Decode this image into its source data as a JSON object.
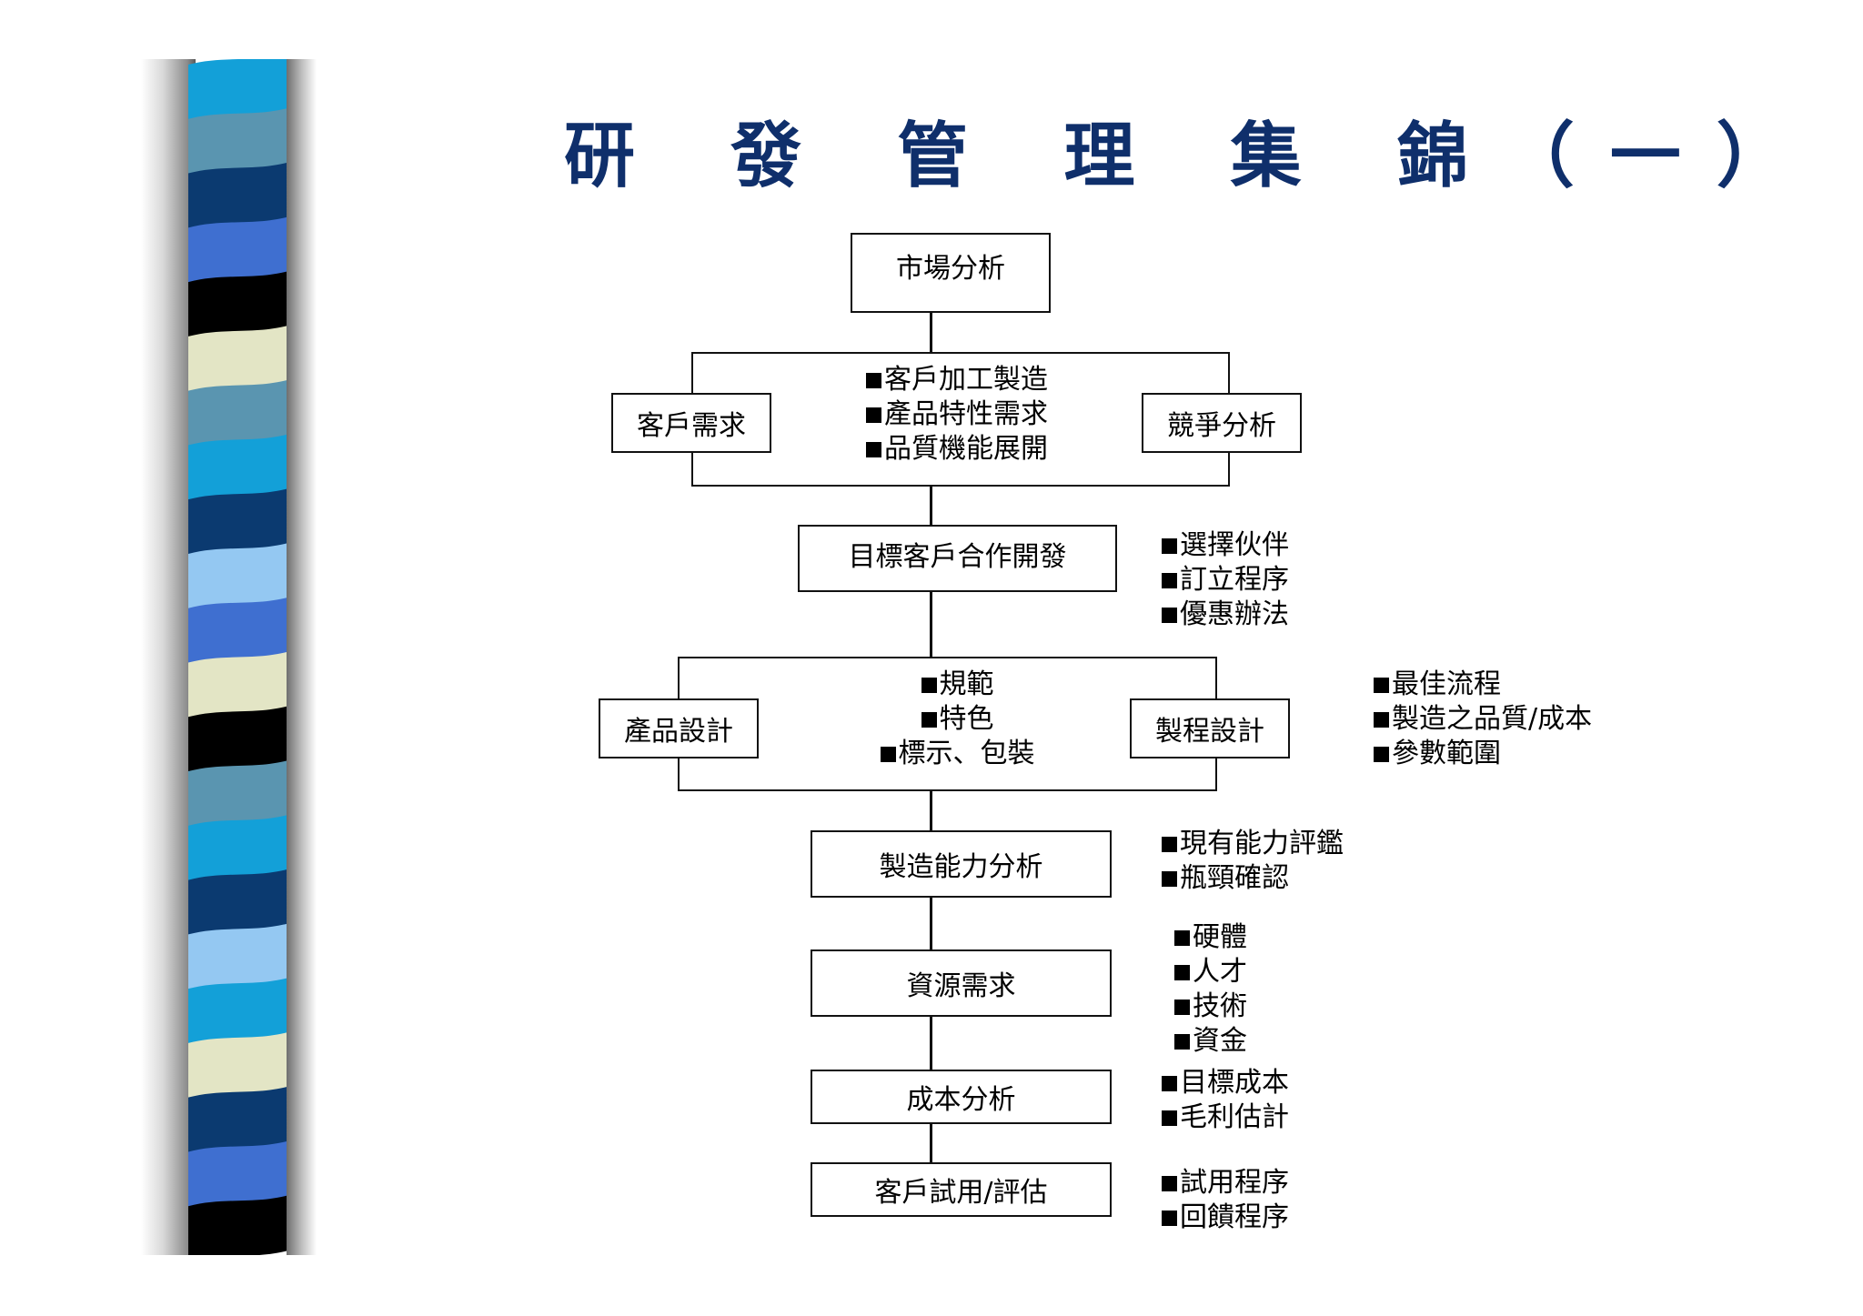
{
  "title": "研 發 管 理 集 錦（一）",
  "colors": {
    "title": "#0f2f6b",
    "stripes": [
      "#13a0d8",
      "#5a95b0",
      "#0b3a70",
      "#3f6fd0",
      "#000000",
      "#e3e5c5",
      "#5a95b0",
      "#13a0d8",
      "#0b3a70",
      "#94c8f2",
      "#3f6fd0",
      "#e3e5c5",
      "#000000",
      "#5a95b0",
      "#13a0d8",
      "#0b3a70",
      "#94c8f2",
      "#13a0d8",
      "#e3e5c5",
      "#0b3a70",
      "#3f6fd0",
      "#000000"
    ]
  },
  "flow": {
    "market": "市場分析",
    "customer_needs": "客戶需求",
    "competition": "競爭分析",
    "stage1_items": [
      "客戶加工製造",
      "產品特性需求",
      "品質機能展開"
    ],
    "target_coop": "目標客戶合作開發",
    "target_coop_notes": [
      "選擇伙伴",
      "訂立程序",
      "優惠辦法"
    ],
    "product_design": "產品設計",
    "process_design": "製程設計",
    "design_items": [
      "規範",
      "特色",
      "標示、包裝"
    ],
    "process_notes": [
      "最佳流程",
      "製造之品質/成本",
      "參數範圍"
    ],
    "capability": "製造能力分析",
    "capability_notes": [
      "現有能力評鑑",
      "瓶頸確認"
    ],
    "resources": "資源需求",
    "resource_notes": [
      "硬體",
      "人才",
      "技術",
      "資金"
    ],
    "cost": "成本分析",
    "cost_notes": [
      "目標成本",
      "毛利估計"
    ],
    "trial": "客戶試用/評估",
    "trial_notes": [
      "試用程序",
      "回饋程序"
    ]
  }
}
